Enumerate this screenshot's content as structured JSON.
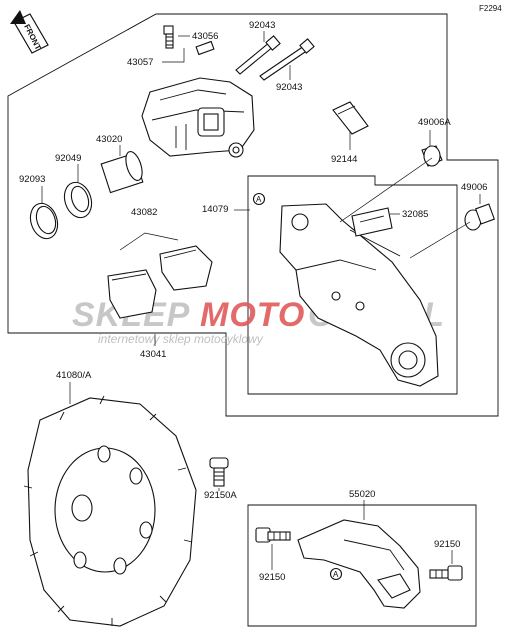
{
  "figure_code": "F2294",
  "front_badge": "FRONT",
  "watermark": {
    "brand_part1": "SKLEP",
    "brand_part2": "MOTO",
    "brand_part3": "OWY.PL",
    "tagline": "internetowy sklep motocyklowy",
    "colors": {
      "gray": "#c2c2c2",
      "red": "#e05a5a"
    }
  },
  "callout_marker": "A",
  "parts": {
    "p43056": "43056",
    "p43057": "43057",
    "p92043_top": "92043",
    "p92043_bottom": "92043",
    "p43020": "43020",
    "p92049": "92049",
    "p92093": "92093",
    "p92144": "92144",
    "p49006A": "49006A",
    "p49006": "49006",
    "p14079": "14079",
    "p32085": "32085",
    "p43082": "43082",
    "p43041": "43041",
    "p41080A": "41080/A",
    "p92150A": "92150A",
    "p55020": "55020",
    "p92150_left": "92150",
    "p92150_right": "92150"
  }
}
